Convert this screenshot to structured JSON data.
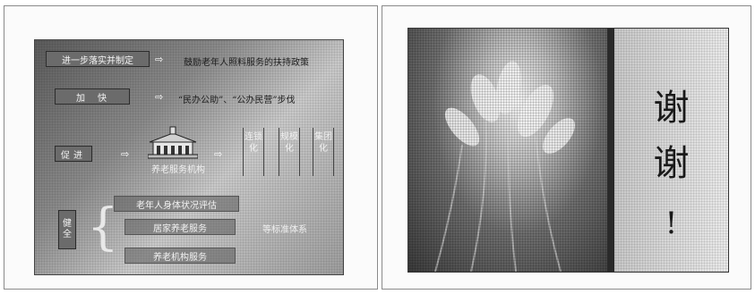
{
  "left_slide": {
    "row1": {
      "box": "进一步落实并制定",
      "text": "鼓励老年人照料服务的扶持政策"
    },
    "row2": {
      "box": "加快",
      "text": "“民办公助”、“公办民营”步伐"
    },
    "row3": {
      "box": "促进",
      "building_label": "养老服务机构",
      "columns": [
        "连锁化",
        "规模化",
        "集团化"
      ]
    },
    "row4": {
      "box": "健全",
      "items": [
        "老年人身体状况评估",
        "居家养老服务",
        "养老机构服务"
      ],
      "side_text": "等标准体系"
    }
  },
  "right_slide": {
    "chars": [
      "谢",
      "谢"
    ],
    "exclamation": "!"
  },
  "colors": {
    "slide_bg": "#8a8a8a",
    "box_fill": "#6b6b6b",
    "bar": "#2a2a2a"
  },
  "icons": {
    "arrow": "right-arrow-icon",
    "building": "building-icon",
    "brace": "left-brace-icon"
  }
}
